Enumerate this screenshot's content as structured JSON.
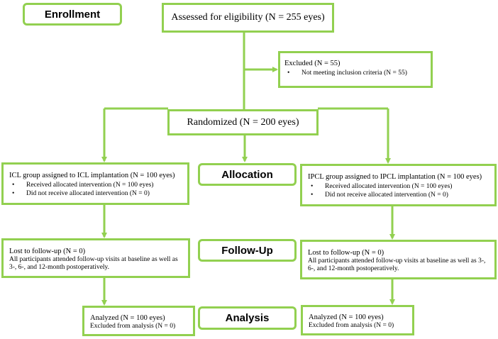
{
  "stages": {
    "enrollment": "Enrollment",
    "allocation": "Allocation",
    "follow_up": "Follow-Up",
    "analysis": "Analysis"
  },
  "assessed": "Assessed for eligibility (N = 255 eyes)",
  "excluded": {
    "title": "Excluded (N = 55)",
    "items": [
      "Not meeting inclusion criteria (N = 55)"
    ]
  },
  "randomized": "Randomized (N = 200 eyes)",
  "icl": {
    "allocation_title": "ICL group assigned to ICL implantation (N = 100 eyes)",
    "allocation_items": [
      "Received allocated intervention (N = 100 eyes)",
      "Did not receive allocated intervention (N = 0)"
    ],
    "followup_title": "Lost to follow-up (N = 0)",
    "followup_text": "All participants attended follow-up visits at baseline as well as 3-, 6-, and 12-month postoperatively.",
    "analyzed": "Analyzed (N = 100 eyes)",
    "excluded_analysis": "Excluded from analysis (N = 0)"
  },
  "ipcl": {
    "allocation_title": "IPCL group assigned to IPCL implantation (N = 100 eyes)",
    "allocation_items": [
      "Received allocated intervention (N = 100 eyes)",
      "Did not receive allocated intervention (N = 0)"
    ],
    "followup_title": "Lost to follow-up (N = 0)",
    "followup_text": "All participants attended follow-up visits at baseline as well as 3-, 6-, and 12-month postoperatively.",
    "analyzed": "Analyzed (N = 100 eyes)",
    "excluded_analysis": "Excluded from analysis (N = 0)"
  },
  "colors": {
    "border": "#92d050",
    "text": "#000000"
  }
}
